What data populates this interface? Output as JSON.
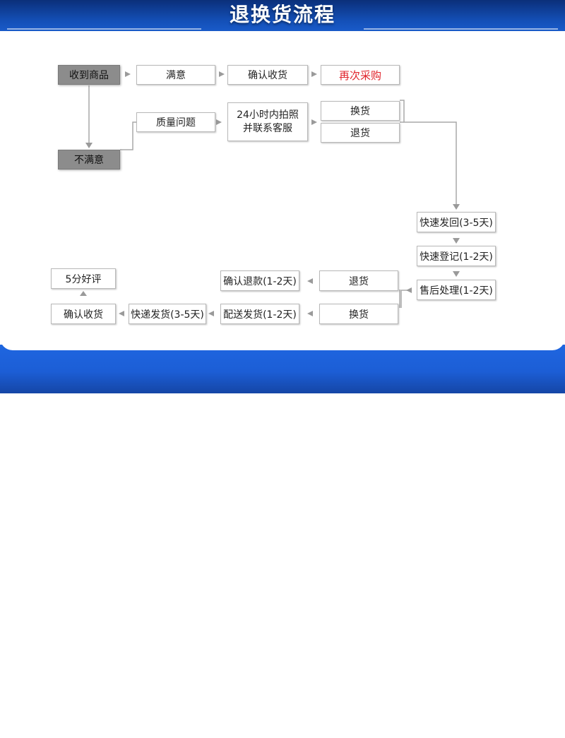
{
  "page_title": "退换货流程",
  "diagram": {
    "nodes": {
      "receive_goods": "收到商品",
      "satisfied": "满意",
      "confirm_receipt_top": "确认收货",
      "buy_again": "再次采购",
      "quality_issue": "质量问题",
      "photo_contact_line1": "24小时内拍照",
      "photo_contact_line2": "并联系客服",
      "exchange_top": "换货",
      "return_top": "退货",
      "not_satisfied": "不满意",
      "fast_return": "快速发回(3-5天)",
      "fast_register": "快速登记(1-2天)",
      "after_sales": "售后处理(1-2天)",
      "return_bottom": "退货",
      "exchange_bottom": "换货",
      "confirm_refund": "确认退款(1-2天)",
      "ship_out": "配送发货(1-2天)",
      "express_ship": "快递发货(3-5天)",
      "confirm_receipt_bottom": "确认收货",
      "five_star": "5分好评"
    }
  },
  "colors": {
    "band_dark": "#0b2f7a",
    "band_light": "#1c5ed6",
    "box_dark": "#8c8c8c",
    "arrow": "#9a9a9a",
    "connector": "#a8a8a8",
    "accent_red": "#e0222a"
  }
}
